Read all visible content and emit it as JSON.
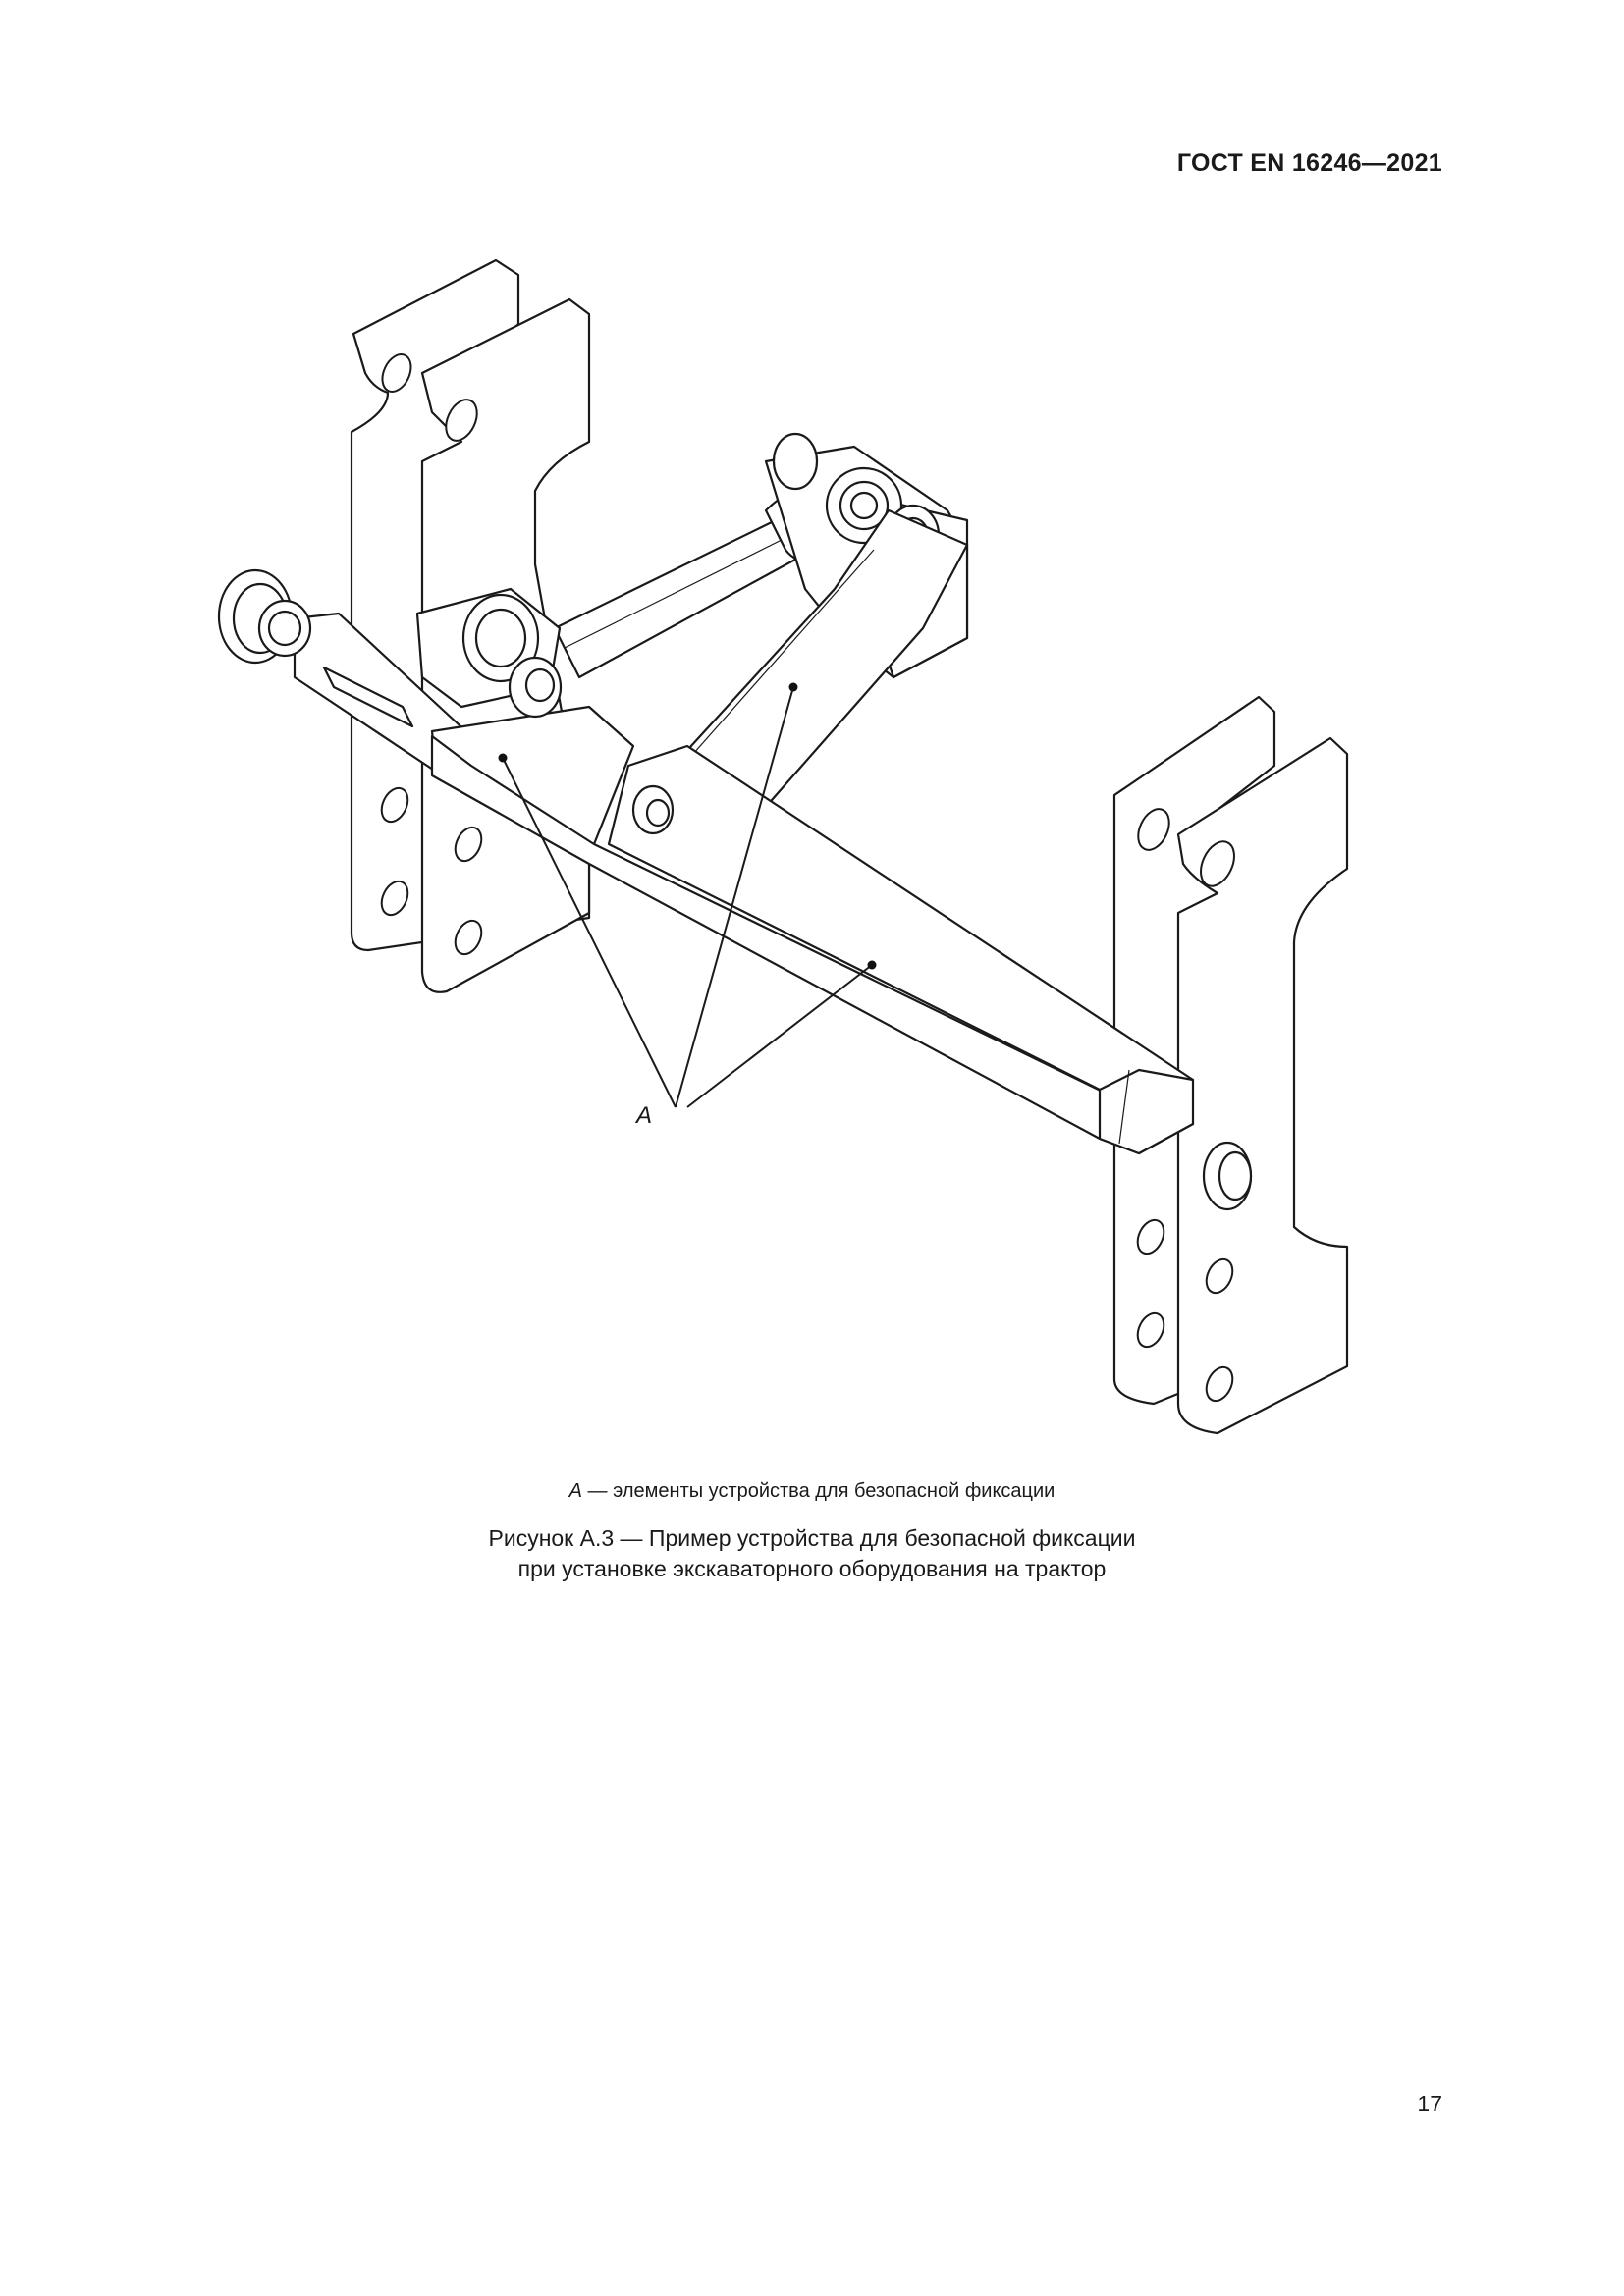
{
  "header": {
    "standard": "ГОСТ EN 16246—2021"
  },
  "figure": {
    "callout_letter": "A"
  },
  "legend": {
    "letter": "A",
    "text": " — элементы устройства для безопасной фиксации"
  },
  "caption": {
    "line1": "Рисунок А.3 — Пример устройства для безопасной фиксации",
    "line2": "при установке экскаваторного оборудования на трактор"
  },
  "footer": {
    "page_number": "17"
  }
}
